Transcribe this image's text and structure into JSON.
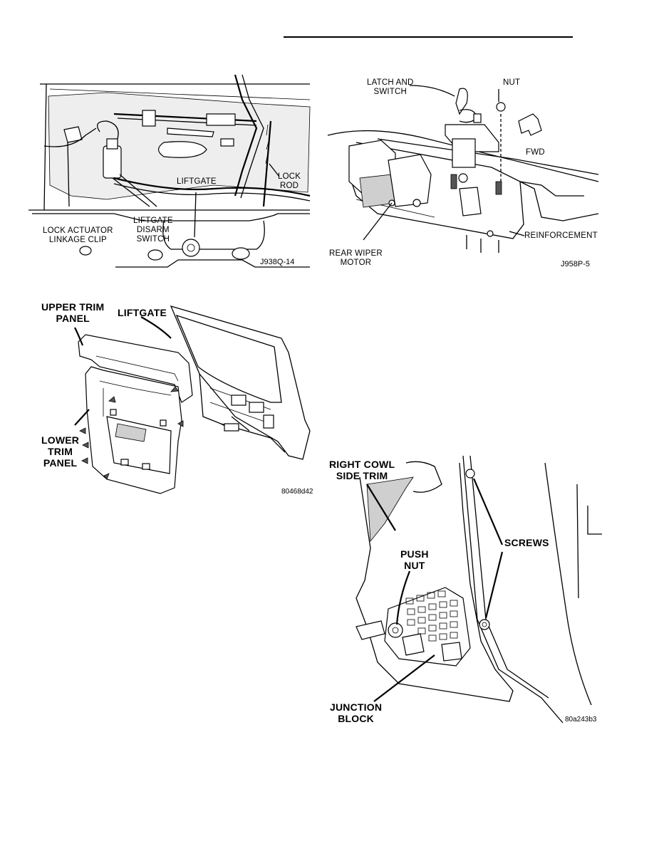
{
  "figures": {
    "liftgate_switch": {
      "labels": {
        "liftgate": "LIFTGATE",
        "lock_rod_1": "LOCK",
        "lock_rod_2": "ROD",
        "lock_actuator_1": "LOCK ACTUATOR",
        "lock_actuator_2": "LINKAGE CLIP",
        "disarm_1": "LIFTGATE",
        "disarm_2": "DISARM",
        "disarm_3": "SWITCH"
      },
      "code": "J938Q-14"
    },
    "latch_switch": {
      "labels": {
        "latch_1": "LATCH AND",
        "latch_2": "SWITCH",
        "nut": "NUT",
        "fwd": "FWD",
        "reinforcement": "REINFORCEMENT",
        "wiper_1": "REAR WIPER",
        "wiper_2": "MOTOR"
      },
      "code": "J958P-5"
    },
    "trim_panels": {
      "labels": {
        "upper_1": "UPPER TRIM",
        "upper_2": "PANEL",
        "liftgate": "LIFTGATE",
        "lower_1": "LOWER",
        "lower_2": "TRIM",
        "lower_3": "PANEL"
      },
      "code": "80468d42"
    },
    "cowl_trim": {
      "labels": {
        "cowl_1": "RIGHT COWL",
        "cowl_2": "SIDE TRIM",
        "push_1": "PUSH",
        "push_2": "NUT",
        "screws": "SCREWS",
        "junction_1": "JUNCTION",
        "junction_2": "BLOCK"
      },
      "code": "80a243b3"
    }
  }
}
